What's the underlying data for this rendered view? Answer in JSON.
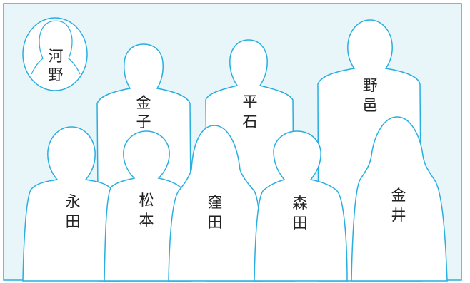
{
  "colors": {
    "background": "#e9f6f9",
    "outline": "#29aee0",
    "silhouette_fill": "#ffffff",
    "text": "#222222"
  },
  "absent_member": {
    "name": [
      "河",
      "野"
    ]
  },
  "members": [
    {
      "id": "kaneko",
      "row": "back",
      "name": [
        "金",
        "子"
      ]
    },
    {
      "id": "hiraishi",
      "row": "back",
      "name": [
        "平",
        "石"
      ]
    },
    {
      "id": "noyu",
      "row": "back",
      "name": [
        "野",
        "邑"
      ]
    },
    {
      "id": "nagata",
      "row": "front",
      "name": [
        "永",
        "田"
      ]
    },
    {
      "id": "matsumoto",
      "row": "front",
      "name": [
        "松",
        "本"
      ]
    },
    {
      "id": "kubota",
      "row": "front",
      "name": [
        "窪",
        "田"
      ]
    },
    {
      "id": "morita",
      "row": "front",
      "name": [
        "森",
        "田"
      ]
    },
    {
      "id": "kanai",
      "row": "front",
      "name": [
        "金",
        "井"
      ]
    }
  ]
}
